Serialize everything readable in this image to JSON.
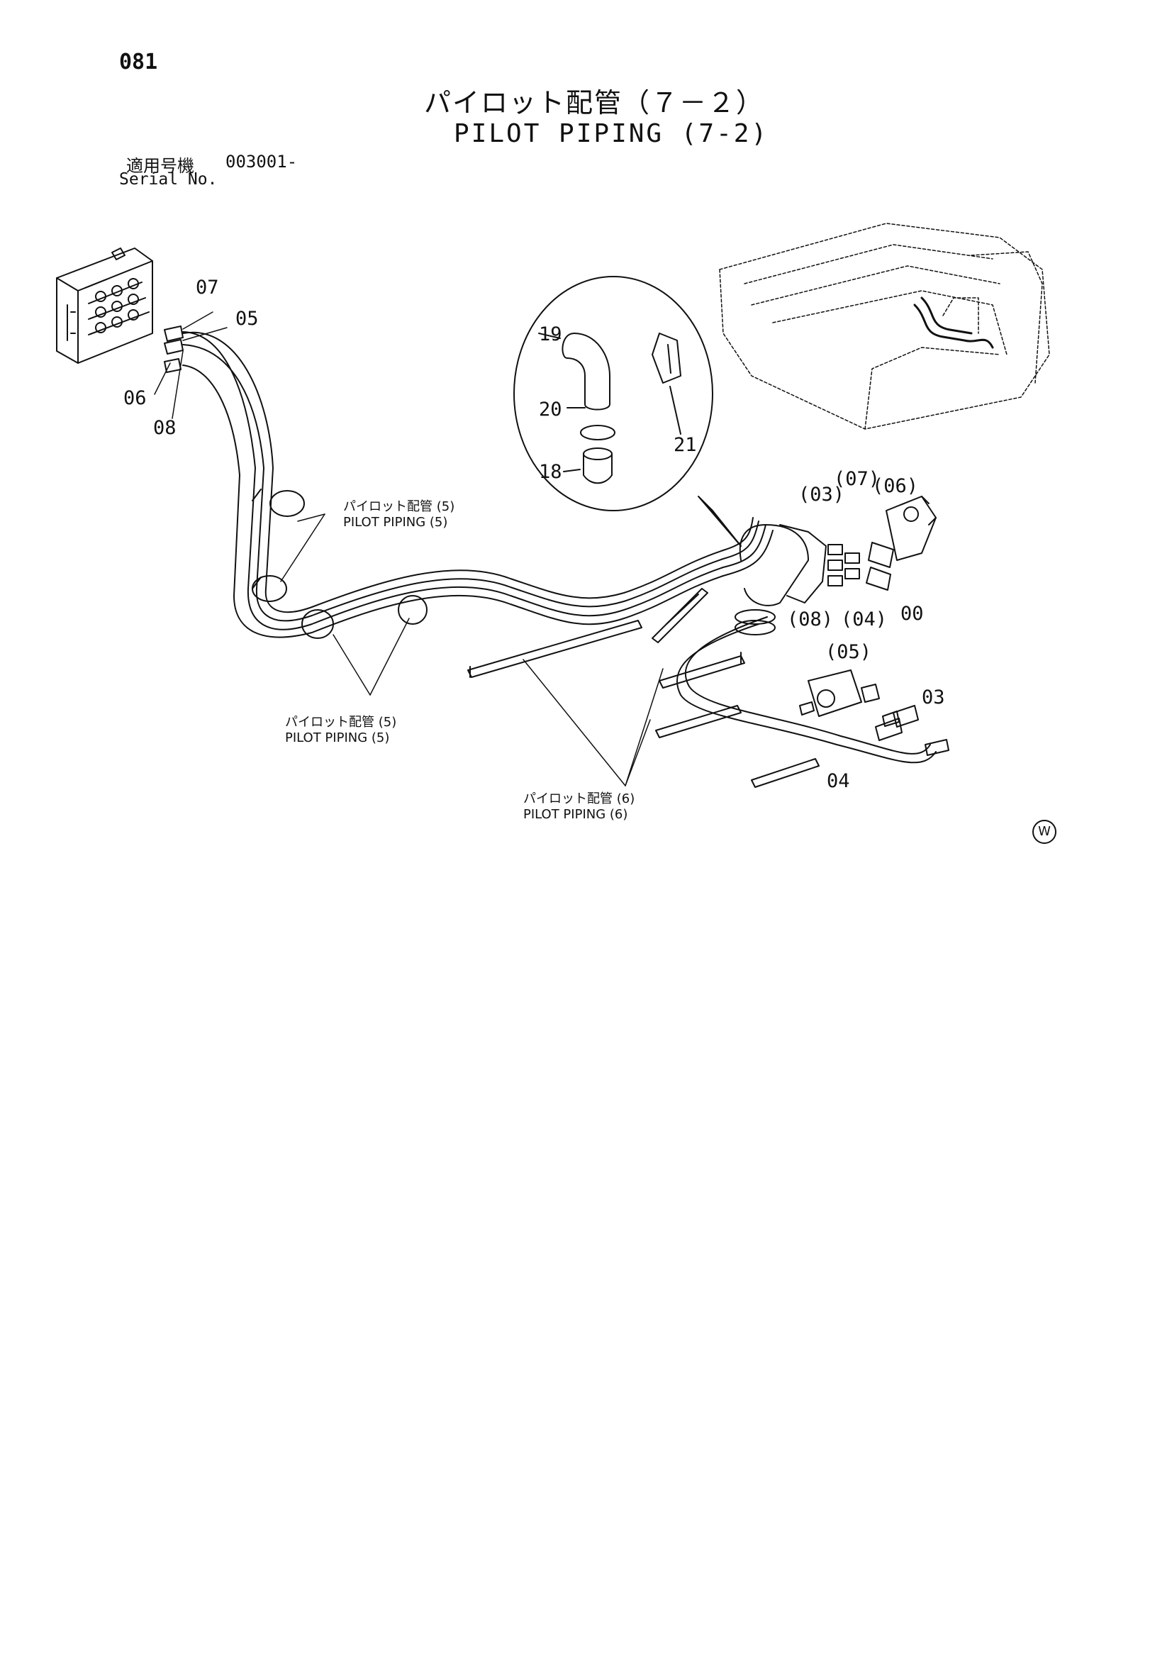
{
  "page_number": "081",
  "title_jp": "パイロット配管（７－２）",
  "title_en": "PILOT PIPING (7-2)",
  "serial": {
    "label_jp": "適用号機",
    "value": "003001-",
    "label_en": "Serial No."
  },
  "references": [
    {
      "jp": "パイロット配管 (5)",
      "en": "PILOT PIPING (5)"
    },
    {
      "jp": "パイロット配管 (5)",
      "en": "PILOT PIPING (5)"
    },
    {
      "jp": "パイロット配管 (6)",
      "en": "PILOT PIPING (6)"
    }
  ],
  "part_numbers": {
    "p07": "07",
    "p05": "05",
    "p06": "06",
    "p08": "08",
    "p19": "19",
    "p20": "20",
    "p21": "21",
    "p18": "18",
    "p03_paren": "(03)",
    "p07_paren": "(07)",
    "p06_paren": "(06)",
    "p08_paren": "(08)",
    "p04_paren": "(04)",
    "p00": "00",
    "p05_paren": "(05)",
    "p03": "03",
    "p04": "04"
  },
  "corner_mark": "W"
}
